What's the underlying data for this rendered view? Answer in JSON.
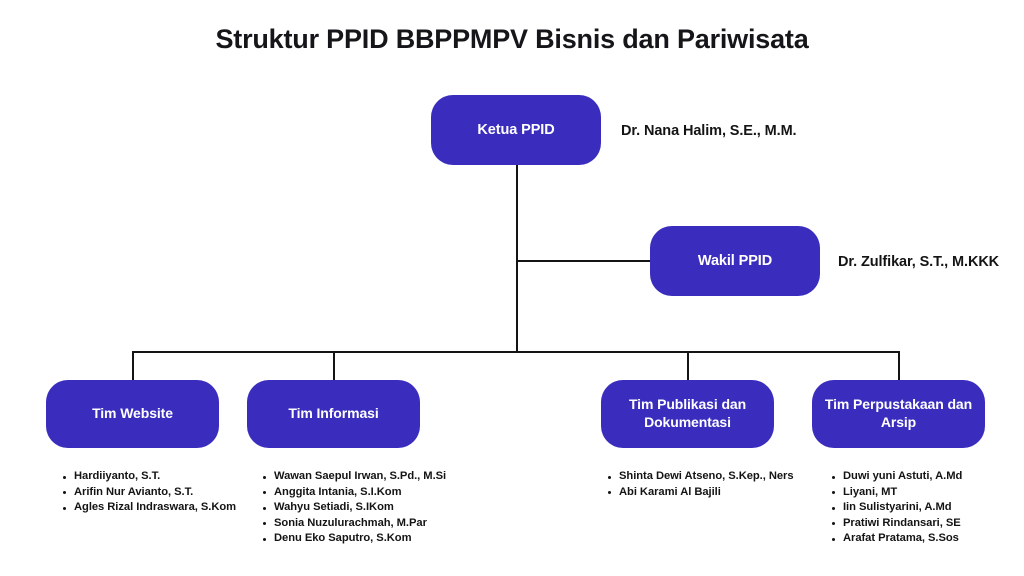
{
  "title": "Struktur PPID BBPPMPV Bisnis dan Pariwisata",
  "colors": {
    "node_fill": "#3a2dbe",
    "node_text": "#ffffff",
    "line": "#141414",
    "text": "#141414",
    "background": "#ffffff"
  },
  "nodes": {
    "ketua": {
      "label": "Ketua PPID",
      "person": "Dr. Nana Halim, S.E., M.M."
    },
    "wakil": {
      "label": "Wakil PPID",
      "person": "Dr. Zulfikar, S.T., M.KKK"
    }
  },
  "teams": [
    {
      "label": "Tim Website",
      "members": [
        "Hardiiyanto, S.T.",
        "Arifin Nur Avianto, S.T.",
        "Agles Rizal Indraswara, S.Kom"
      ]
    },
    {
      "label": "Tim Informasi",
      "members": [
        "Wawan Saepul Irwan, S.Pd., M.Si",
        "Anggita Intania, S.I.Kom",
        "Wahyu Setiadi, S.IKom",
        "Sonia Nuzulurachmah, M.Par",
        "Denu Eko Saputro, S.Kom"
      ]
    },
    {
      "label": "Tim Publikasi dan Dokumentasi",
      "members": [
        "Shinta Dewi Atseno, S.Kep., Ners",
        "Abi Karami Al Bajili"
      ]
    },
    {
      "label": "Tim Perpustakaan dan Arsip",
      "members": [
        "Duwi yuni Astuti, A.Md",
        "Liyani, MT",
        "Iin Sulistyarini, A.Md",
        "Pratiwi Rindansari, SE",
        "Arafat Pratama, S.Sos"
      ]
    }
  ]
}
